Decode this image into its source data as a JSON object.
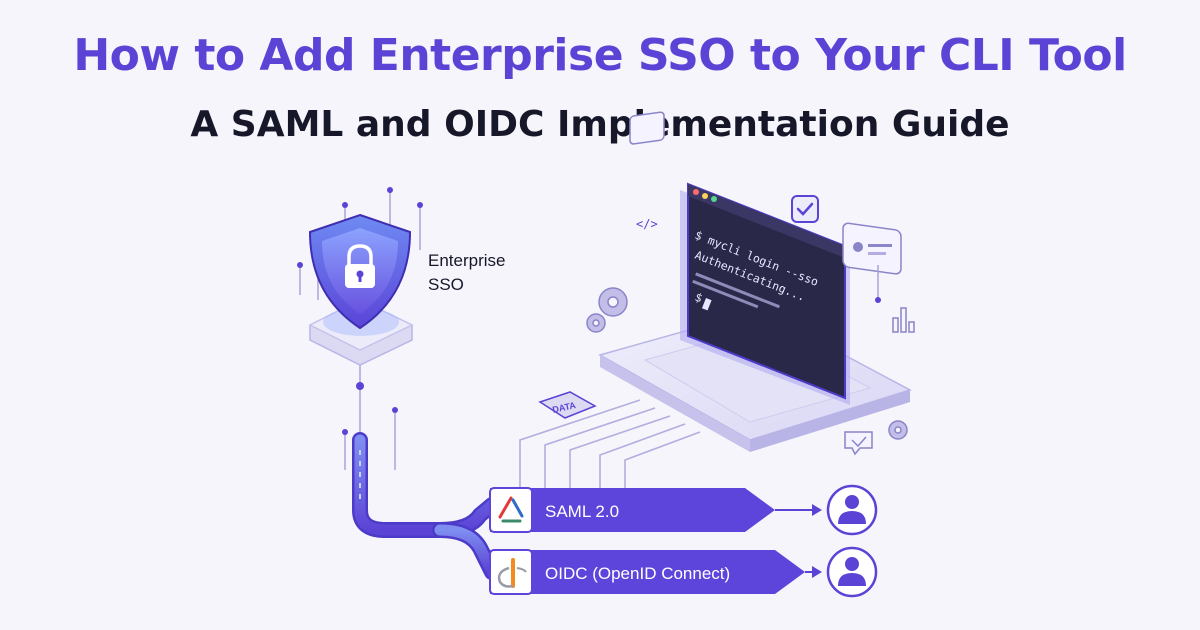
{
  "header": {
    "title": "How to Add Enterprise SSO to Your CLI Tool",
    "subtitle": "A SAML and OIDC Implementation Guide"
  },
  "shield": {
    "label_line1": "Enterprise",
    "label_line2": "SSO",
    "icon": "padlock-shield-icon"
  },
  "terminal": {
    "line1": "$ mycli login --sso",
    "line2": "Authenticating...",
    "prompt": "$"
  },
  "tags": {
    "data": "DATA",
    "code": "</>"
  },
  "protocols": [
    {
      "label": "SAML 2.0",
      "icon": "saml-logo-icon"
    },
    {
      "label": "OIDC (OpenID Connect)",
      "icon": "openid-logo-icon"
    }
  ],
  "colors": {
    "accent": "#5b43d6",
    "arrow_fill": "#5d45dc",
    "terminal_bg": "#2a2848",
    "background": "#f5f5fb"
  }
}
